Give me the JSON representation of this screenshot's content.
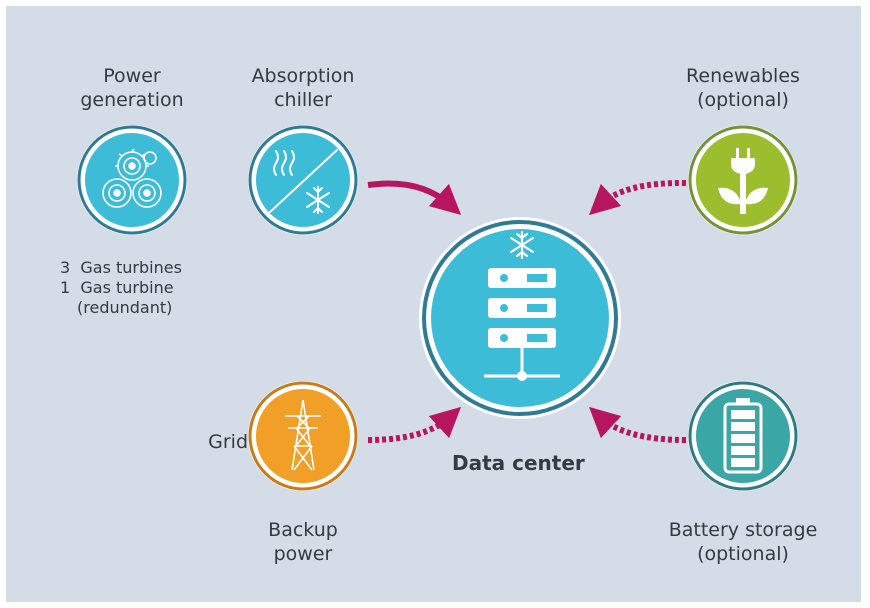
{
  "labels": {
    "power_generation": "Power\ngeneration",
    "absorption_chiller": "Absorption\nchiller",
    "renewables": "Renewables\n(optional)",
    "grid": "Grid",
    "backup_power": "Backup\npower",
    "battery_storage": "Battery storage\n(optional)",
    "data_center": "Data center"
  },
  "turbines": {
    "line1_count": "3",
    "line1_text": "Gas turbines",
    "line2_count": "1",
    "line2_text": "Gas turbine",
    "line3_text": "(redundant)"
  },
  "colors": {
    "background": "#d4dde7",
    "blue": "#3dbcd8",
    "green": "#9cbd2e",
    "green_ring": "#76913a",
    "orange": "#f29f27",
    "teal": "#3aa6a6",
    "teal_ring": "#2e7b83",
    "arrow": "#b7155f",
    "text": "#333a40"
  },
  "icons": [
    "turbines-icon",
    "heat-to-snowflake-icon",
    "plug-plant-icon",
    "power-tower-icon",
    "battery-icon",
    "server-rack-icon"
  ]
}
